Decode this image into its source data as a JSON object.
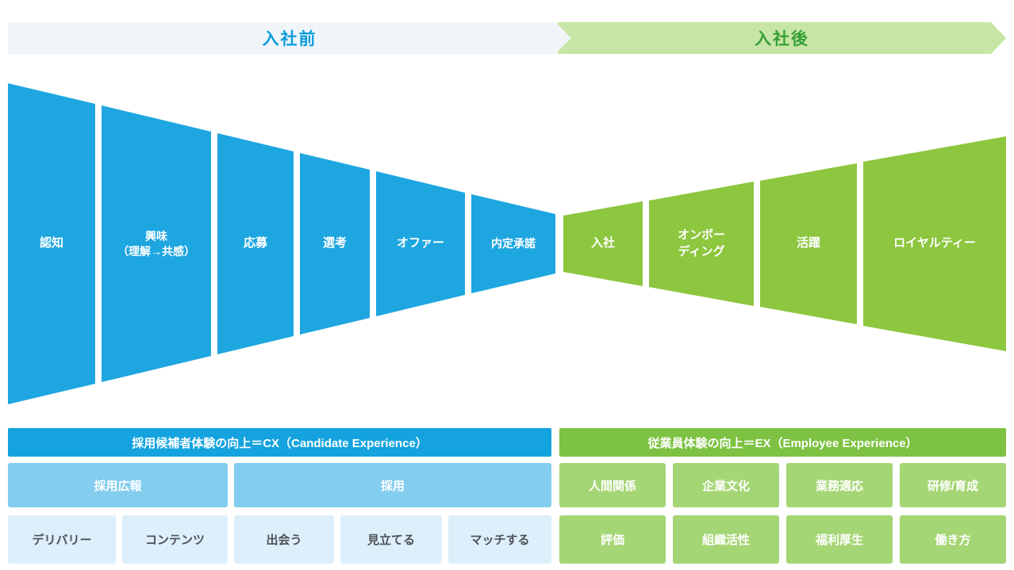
{
  "banners": {
    "before": "入社前",
    "after": "入社後"
  },
  "funnel": {
    "pre_join": [
      {
        "label": "認知"
      },
      {
        "label": "興味\n（理解→共感）"
      },
      {
        "label": "応募"
      },
      {
        "label": "選考"
      },
      {
        "label": "オファー"
      },
      {
        "label": "内定承諾"
      }
    ],
    "post_join": [
      {
        "label": "入社"
      },
      {
        "label": "オンボー\nディング"
      },
      {
        "label": "活躍"
      },
      {
        "label": "ロイヤルティー"
      }
    ]
  },
  "cx": {
    "header": "採用候補者体験の向上＝CX（Candidate Experience）",
    "mid_row": [
      "採用広報",
      "採用"
    ],
    "bottom_row": [
      "デリバリー",
      "コンテンツ",
      "出会う",
      "見立てる",
      "マッチする"
    ]
  },
  "ex": {
    "header": "従業員体験の向上＝EX（Employee Experience）",
    "mid_row": [
      "人間関係",
      "企業文化",
      "業務適応",
      "研修/育成"
    ],
    "bottom_row": [
      "評価",
      "組織活性",
      "福利厚生",
      "働き方"
    ]
  },
  "colors": {
    "funnel_blue": "#1ea6e0",
    "funnel_green": "#8dc63f",
    "bar_blue": "#14a3de",
    "bar_green": "#7dc242",
    "cell_blue_mid": "#83cdef",
    "cell_blue_light": "#dceffa",
    "cell_green_light": "#a5d675",
    "banner_before_bg": "#eff5f9",
    "banner_before_text": "#0b9cdb",
    "banner_after_bg": "#c7e5a4",
    "banner_after_text": "#36a037"
  }
}
